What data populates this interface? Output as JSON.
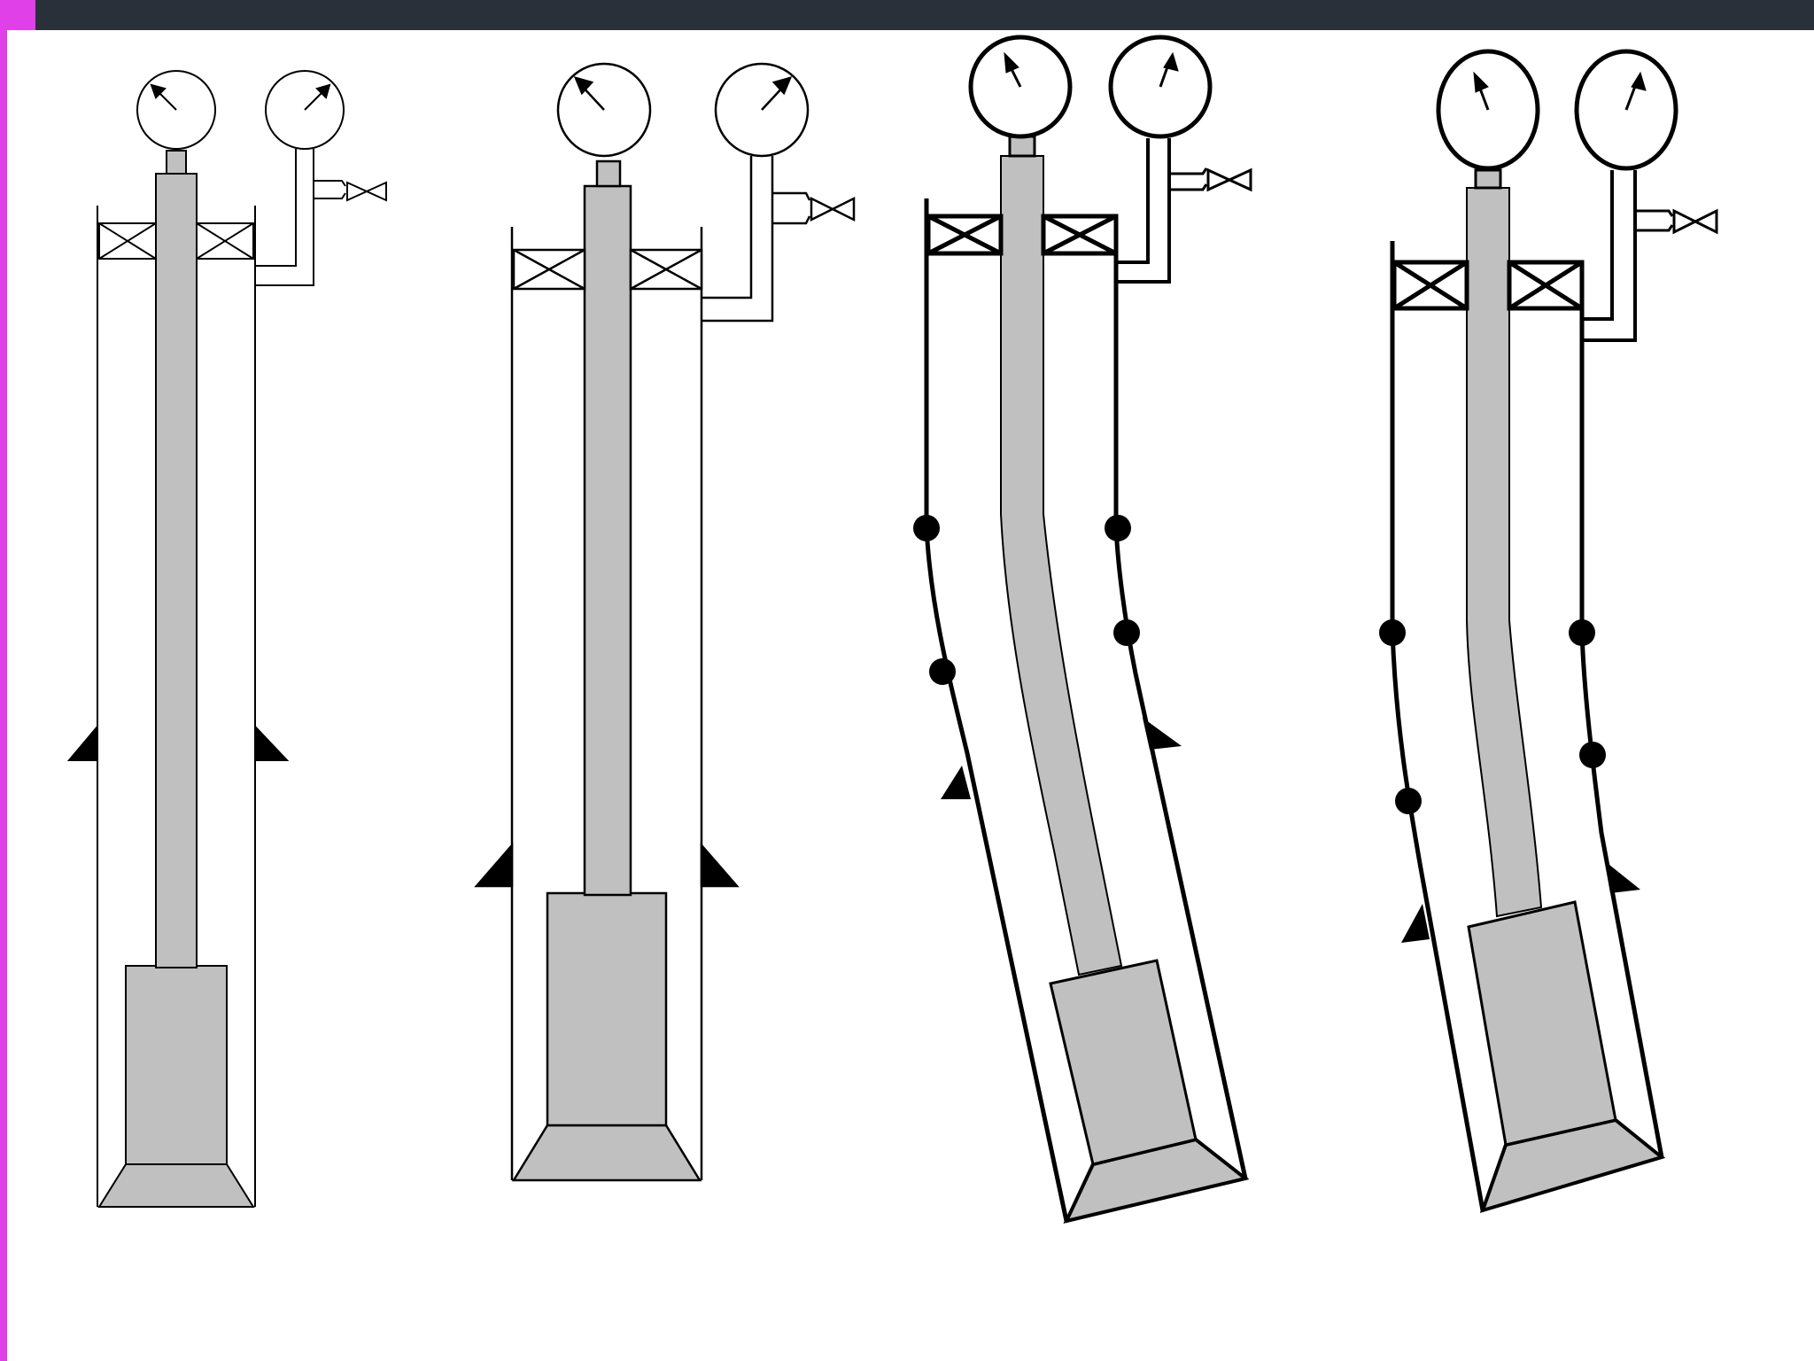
{
  "colors": {
    "top_bar": "#2a3039",
    "accent": "#e040e8",
    "background": "#ffffff",
    "line": "#000000",
    "fill_gray": "#c0c0c0"
  },
  "panels": [
    {
      "id": "wellbore-1",
      "style": "vertical-thin"
    },
    {
      "id": "wellbore-2",
      "style": "vertical-medium"
    },
    {
      "id": "wellbore-3",
      "style": "deviated-with-centralizers"
    },
    {
      "id": "wellbore-4",
      "style": "deviated-with-centralizers"
    }
  ],
  "icons": [
    "pressure-gauge-icon",
    "valve-icon",
    "packer-icon",
    "centralizer-icon",
    "casing-shoe-icon"
  ]
}
